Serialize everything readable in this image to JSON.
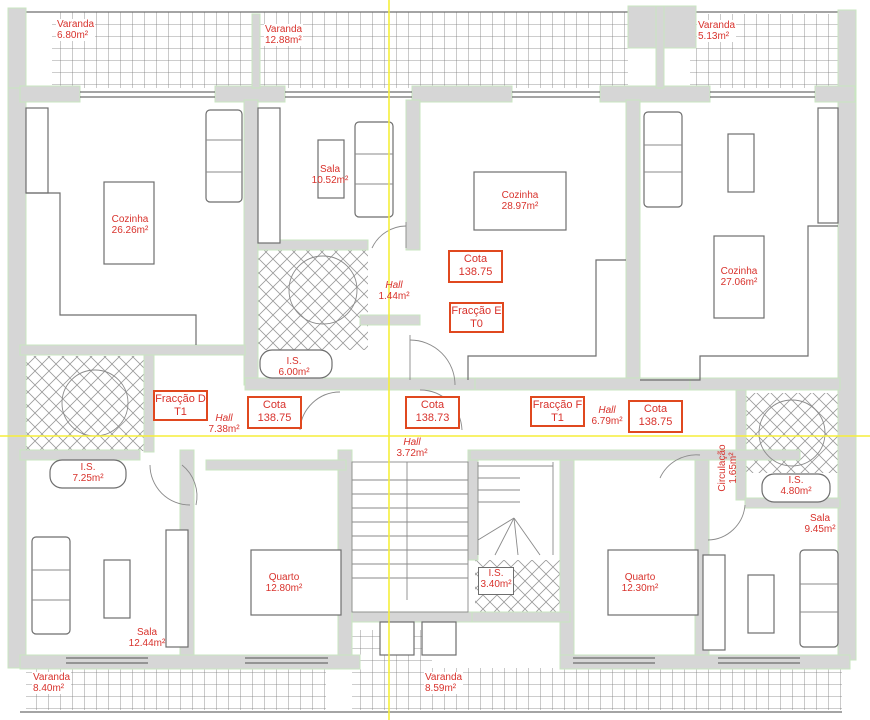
{
  "plan": {
    "type": "architectural floor plan",
    "units": "m²",
    "colors": {
      "label_text": "#d8322c",
      "box_border": "#e0481f",
      "walls": "#d6d6d6",
      "wall_outline": "#c8e6c0",
      "axis_lines": "#f5ee3a"
    }
  },
  "rooms": [
    {
      "id": "varanda-nw",
      "name": "Varanda",
      "area": "6.80m²"
    },
    {
      "id": "varanda-n",
      "name": "Varanda",
      "area": "12.88m²"
    },
    {
      "id": "varanda-ne",
      "name": "Varanda",
      "area": "5.13m²"
    },
    {
      "id": "cozinha-d",
      "name": "Cozinha",
      "area": "26.26m²"
    },
    {
      "id": "sala-e",
      "name": "Sala",
      "area": "10.52m²"
    },
    {
      "id": "cozinha-e",
      "name": "Cozinha",
      "area": "28.97m²"
    },
    {
      "id": "cozinha-f",
      "name": "Cozinha",
      "area": "27.06m²"
    },
    {
      "id": "hall-e",
      "name": "Hall",
      "area": "1.44m²"
    },
    {
      "id": "is-e",
      "name": "I.S.",
      "area": "6.00m²"
    },
    {
      "id": "hall-d",
      "name": "Hall",
      "area": "7.38m²"
    },
    {
      "id": "is-d",
      "name": "I.S.",
      "area": "7.25m²"
    },
    {
      "id": "hall-common",
      "name": "Hall",
      "area": "3.72m²"
    },
    {
      "id": "hall-f",
      "name": "Hall",
      "area": "6.79m²"
    },
    {
      "id": "circulacao-f",
      "name": "Circulação",
      "area": "1.65m²"
    },
    {
      "id": "is-f",
      "name": "I.S.",
      "area": "4.80m²"
    },
    {
      "id": "sala-f",
      "name": "Sala",
      "area": "9.45m²"
    },
    {
      "id": "sala-d",
      "name": "Sala",
      "area": "12.44m²"
    },
    {
      "id": "quarto-d",
      "name": "Quarto",
      "area": "12.80m²"
    },
    {
      "id": "is-common",
      "name": "I.S.",
      "area": "3.40m²"
    },
    {
      "id": "quarto-f",
      "name": "Quarto",
      "area": "12.30m²"
    },
    {
      "id": "varanda-sw",
      "name": "Varanda",
      "area": "8.40m²"
    },
    {
      "id": "varanda-s",
      "name": "Varanda",
      "area": "8.59m²"
    }
  ],
  "fractions": [
    {
      "id": "fraccao-e",
      "line1": "Fracção E",
      "line2": "T0"
    },
    {
      "id": "fraccao-d",
      "line1": "Fracção D",
      "line2": "T1"
    },
    {
      "id": "fraccao-f",
      "line1": "Fracção F",
      "line2": "T1"
    }
  ],
  "elevations": [
    {
      "id": "cota-e",
      "label": "Cota",
      "value": "138.75"
    },
    {
      "id": "cota-d",
      "label": "Cota",
      "value": "138.75"
    },
    {
      "id": "cota-common",
      "label": "Cota",
      "value": "138.73"
    },
    {
      "id": "cota-f",
      "label": "Cota",
      "value": "138.75"
    }
  ]
}
